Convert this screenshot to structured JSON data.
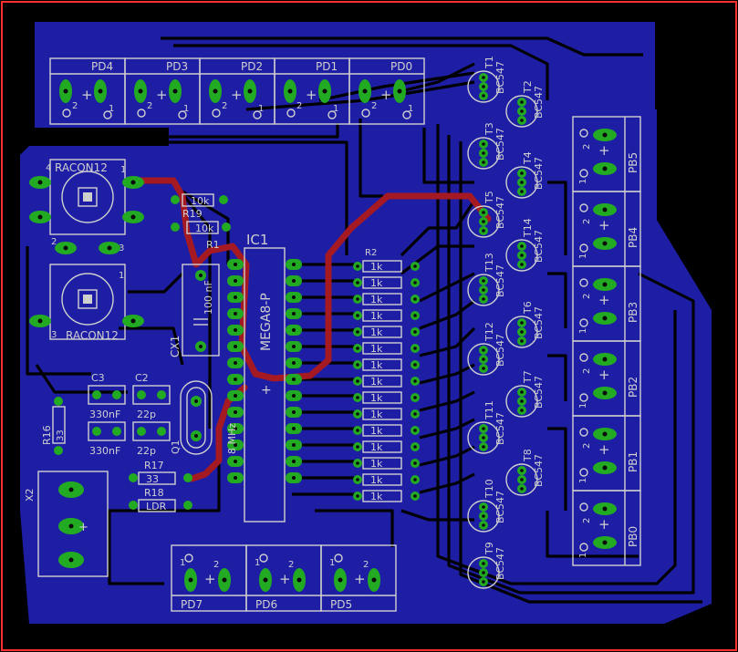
{
  "colors": {
    "background": "#000000",
    "copper": "#1e1ea5",
    "trace_gap": "#000000",
    "pad": "#22aa22",
    "silkscreen": "#cfcfcf",
    "top_trace": "#a51a22",
    "outline": "#ff3030"
  },
  "labels": {
    "ic": "IC1",
    "ic_part": "MEGA8-P",
    "crystal_value": "8 MHz",
    "crystal_name": "Q1",
    "cap_cx1": "CX1",
    "cap_cx1_value": "100 nF",
    "x2": "X2",
    "r1": "R1",
    "r2": "R2",
    "r16": "R16",
    "r16_value": "33",
    "r17": "R17",
    "r17_value": "33",
    "r18": "R18",
    "r18_value": "LDR",
    "r19": "R19",
    "r19_value": "10k",
    "r_top_value": "10k",
    "c3": "C3",
    "c3_value": "330nF",
    "c2": "C2",
    "c2_value": "22p",
    "c1_value": "330nF",
    "c_extra_value": "22p",
    "resistor_array_value": "1k",
    "racon_a": "RACON12",
    "racon_b": "RACON12",
    "pin_one": "1",
    "pin_two": "2",
    "pin_three": "3",
    "pin_four": "4",
    "transistor_part": "BC547"
  },
  "headers_top": [
    "PD4",
    "PD3",
    "PD2",
    "PD1",
    "PD0"
  ],
  "headers_bottom": [
    "PD7",
    "PD6",
    "PD5"
  ],
  "headers_right": [
    "PB5",
    "PB4",
    "PB3",
    "PB2",
    "PB1",
    "PB0"
  ],
  "transistors_left": [
    "T1",
    "T3",
    "T5",
    "T13",
    "T12",
    "T11",
    "T10",
    "T9"
  ],
  "transistors_right": [
    "T2",
    "T4",
    "T14",
    "T6",
    "T7",
    "T8"
  ]
}
